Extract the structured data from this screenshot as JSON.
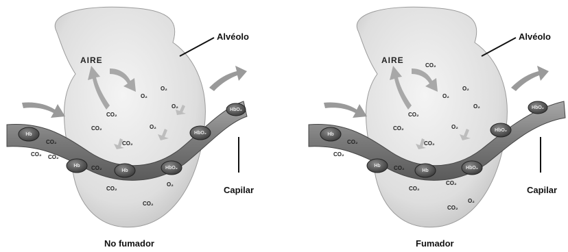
{
  "panels": [
    {
      "caption": "No fumador",
      "alveolo_label": "Alvéolo",
      "capilar_label": "Capilar",
      "aire_label": "AIRE",
      "cells": [
        "Hb",
        "Hb",
        "Hb",
        "HbO₂",
        "HbO₂",
        "HbO₂"
      ],
      "gases": [
        "O₂",
        "O₂",
        "O₂",
        "CO₂",
        "CO₂",
        "CO₂",
        "O₂",
        "CO₂",
        "CO₂",
        "CO₂",
        "CO₂",
        "CO₂",
        "O₂",
        "CO₂"
      ]
    },
    {
      "caption": "Fumador",
      "alveolo_label": "Alvéolo",
      "capilar_label": "Capilar",
      "aire_label": "AIRE",
      "cells": [
        "Hb",
        "Hb",
        "Hb",
        "HbO₂",
        "HbO₂",
        "HbO₂"
      ],
      "gases": [
        "CO₂",
        "O₂",
        "O₂",
        "O₂",
        "CO₂",
        "CO₂",
        "CO₂",
        "O₂",
        "CO₂",
        "CO₂",
        "CO₂",
        "CO₂",
        "CO₂",
        "O₂",
        "CO₂"
      ]
    }
  ],
  "colors": {
    "alveolus": "#e6e6e6",
    "vessel": "#8d8d8d",
    "cell": "#555555",
    "arrow": "#9a9a9a"
  }
}
